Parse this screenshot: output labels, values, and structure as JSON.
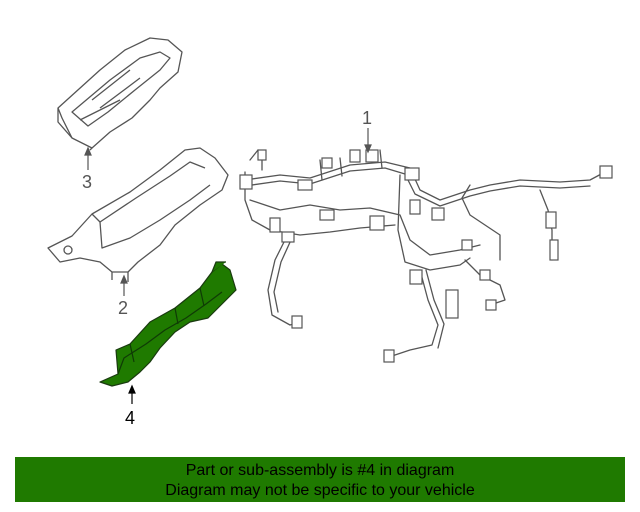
{
  "diagram": {
    "callouts": {
      "c1": "1",
      "c2": "2",
      "c3": "3",
      "c4": "4"
    },
    "highlight_color": "#1f7a00",
    "line_color": "#555555"
  },
  "banner": {
    "line1": "Part or sub-assembly is #4 in diagram",
    "line2": "Diagram may not be specific to your vehicle",
    "background": "#1f7a00"
  }
}
